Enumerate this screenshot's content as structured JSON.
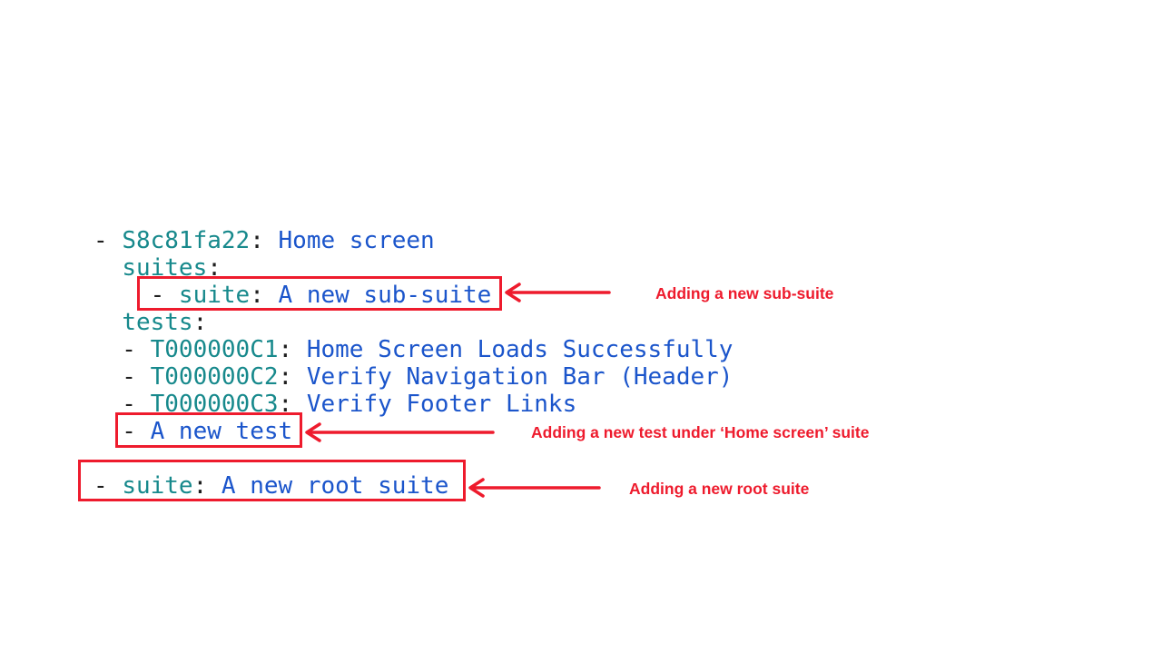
{
  "colors": {
    "red": "#ee1b2d",
    "teal": "#17898c",
    "blue": "#1b55cb",
    "dark": "#1e1e1e",
    "background": "#ffffff"
  },
  "yaml": {
    "lines": [
      {
        "name": "suite-home-screen-line",
        "tokens": [
          [
            "- ",
            "dark"
          ],
          [
            "S8c81fa22",
            "teal"
          ],
          [
            ": ",
            "dark"
          ],
          [
            "Home screen",
            "blue"
          ]
        ]
      },
      {
        "name": "suites-key-line",
        "tokens": [
          [
            "  ",
            "dark"
          ],
          [
            "suites",
            "teal"
          ],
          [
            ":",
            "dark"
          ]
        ]
      },
      {
        "name": "new-sub-suite-line",
        "tokens": [
          [
            "    - ",
            "dark"
          ],
          [
            "suite",
            "teal"
          ],
          [
            ": ",
            "dark"
          ],
          [
            "A new sub-suite",
            "blue"
          ]
        ]
      },
      {
        "name": "tests-key-line",
        "tokens": [
          [
            "  ",
            "dark"
          ],
          [
            "tests",
            "teal"
          ],
          [
            ":",
            "dark"
          ]
        ]
      },
      {
        "name": "test-c1-line",
        "tokens": [
          [
            "  - ",
            "dark"
          ],
          [
            "T000000C1",
            "teal"
          ],
          [
            ": ",
            "dark"
          ],
          [
            "Home Screen Loads Successfully",
            "blue"
          ]
        ]
      },
      {
        "name": "test-c2-line",
        "tokens": [
          [
            "  - ",
            "dark"
          ],
          [
            "T000000C2",
            "teal"
          ],
          [
            ": ",
            "dark"
          ],
          [
            "Verify Navigation Bar (Header)",
            "blue"
          ]
        ]
      },
      {
        "name": "test-c3-line",
        "tokens": [
          [
            "  - ",
            "dark"
          ],
          [
            "T000000C3",
            "teal"
          ],
          [
            ": ",
            "dark"
          ],
          [
            "Verify Footer Links",
            "blue"
          ]
        ]
      },
      {
        "name": "new-test-line",
        "tokens": [
          [
            "  - ",
            "dark"
          ],
          [
            "A new test",
            "blue"
          ]
        ]
      },
      {
        "name": "blank-line",
        "tokens": []
      },
      {
        "name": "new-root-suite-line",
        "tokens": [
          [
            "- ",
            "dark"
          ],
          [
            "suite",
            "teal"
          ],
          [
            ": ",
            "dark"
          ],
          [
            "A new root suite",
            "blue"
          ]
        ]
      }
    ]
  },
  "annotations": [
    {
      "label": "Adding a new sub-suite"
    },
    {
      "label": "Adding a new test under ‘Home screen’ suite"
    },
    {
      "label": "Adding a new root suite"
    }
  ]
}
